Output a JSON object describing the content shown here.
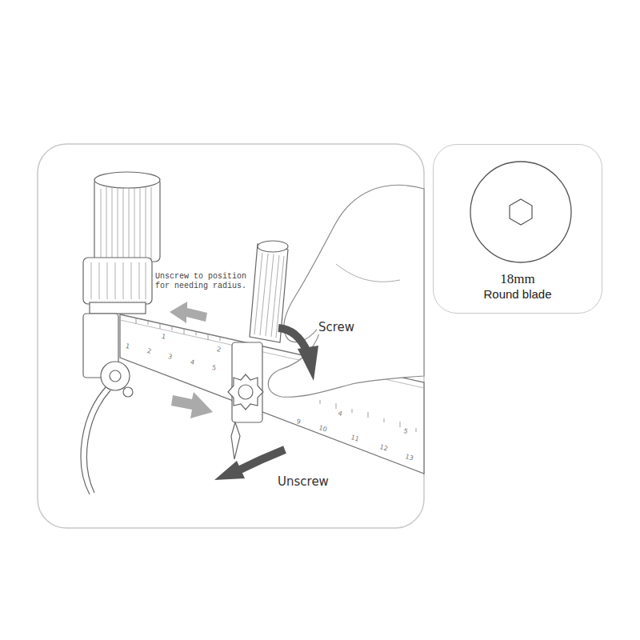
{
  "diagram": {
    "nodes": [
      {
        "text": [
          "18mm",
          "Round blade"
        ]
      }
    ],
    "labels": [
      "Unscrew to position for needing radius.",
      "Screw",
      "Unscrew",
      "1",
      "2",
      "1",
      "2",
      "3",
      "4",
      "5",
      "4",
      "5",
      "9",
      "10",
      "11",
      "12",
      "13"
    ]
  }
}
